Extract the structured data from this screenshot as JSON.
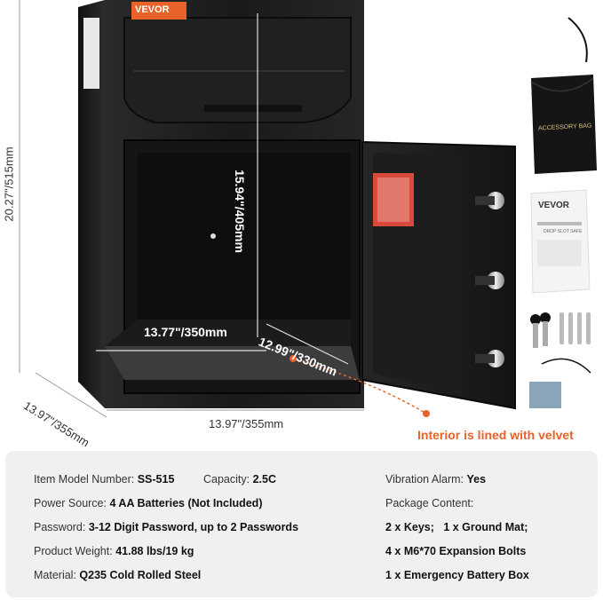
{
  "brand": {
    "logo": "VEVOR"
  },
  "dimensions": {
    "height": "20.27\"/515mm",
    "inner_height": "15.94\"/405mm",
    "inner_width": "13.77\"/350mm",
    "inner_depth": "12.99\"/330mm",
    "depth": "13.97\"/355mm",
    "width": "13.97\"/355mm"
  },
  "callouts": {
    "velvet": "Interior is lined with velvet"
  },
  "accessories": {
    "bag_label": "ACCESSORY BAG",
    "manual_title": "DROP SLOT SAFE"
  },
  "specs": {
    "left": [
      {
        "label": "Item Model Number:",
        "value": "SS-515",
        "label2": "Capacity:",
        "value2": "2.5C"
      },
      {
        "label": "Power Source:",
        "value": "4 AA Batteries (Not Included)"
      },
      {
        "label": "Password:",
        "value": "3-12 Digit Password, up to 2 Passwords"
      },
      {
        "label": "Product Weight:",
        "value": "41.88 lbs/19 kg"
      },
      {
        "label": "Material:",
        "value": "Q235 Cold Rolled Steel"
      }
    ],
    "right": [
      {
        "label": "Vibration Alarm:",
        "value": "Yes"
      },
      {
        "label": "Package Content:",
        "value": ""
      },
      {
        "label": "",
        "value": "2 x Keys;   1 x Ground Mat;"
      },
      {
        "label": "",
        "value": "4 x M6*70 Expansion Bolts"
      },
      {
        "label": "",
        "value": "1 x Emergency Battery Box"
      }
    ]
  },
  "colors": {
    "safe_body": "#1c1c1c",
    "accent_orange": "#e8622a",
    "panel_bg": "#f0f0f0"
  }
}
